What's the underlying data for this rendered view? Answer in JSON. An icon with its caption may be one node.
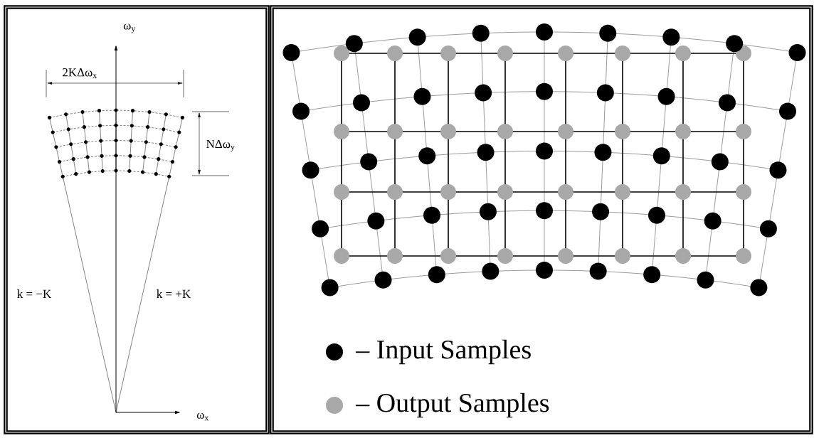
{
  "diagram": {
    "labels": [
      "ω$_{y}$",
      "2KΔω$_{x}$",
      "NΔω$_{y}$",
      "k = −K",
      "k = +K",
      "ω$_{x}$"
    ],
    "legend": [
      {
        "text": "– Input Samples",
        "color": "#000000"
      },
      {
        "text": "– Output Samples",
        "color": "#a8a8a8"
      }
    ]
  }
}
